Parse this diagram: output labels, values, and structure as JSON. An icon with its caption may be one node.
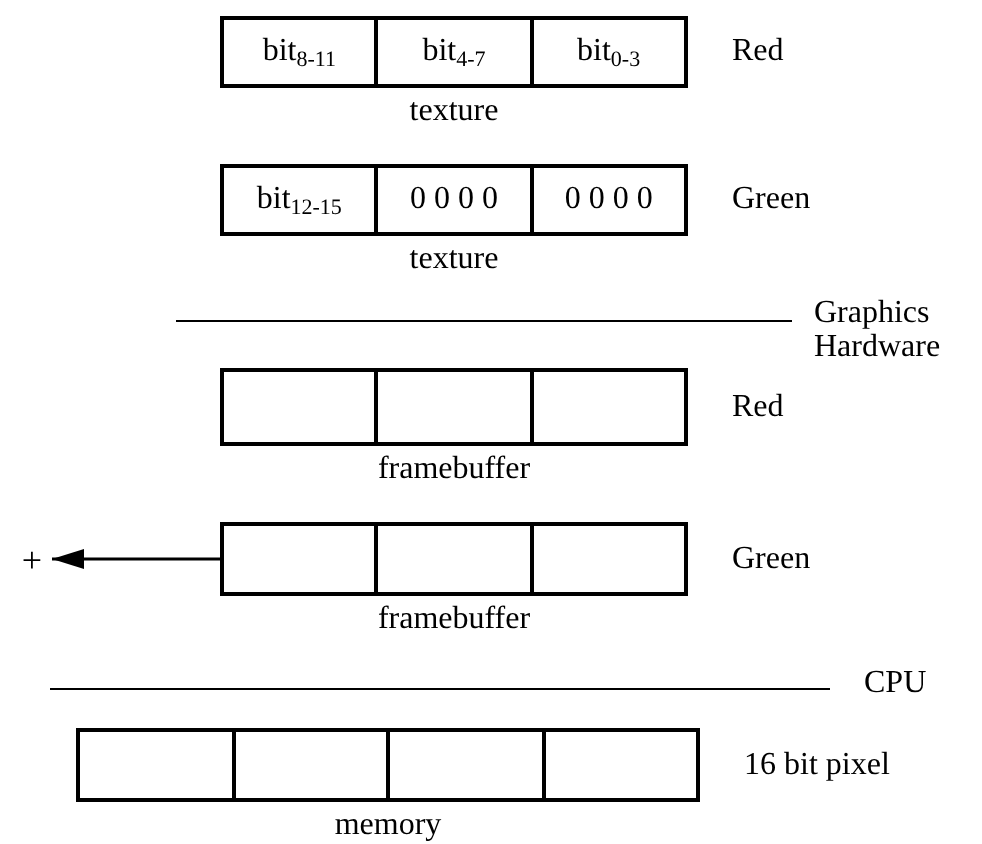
{
  "diagram": {
    "nodes": [
      {
        "text": [],
        "shape": "box",
        "beside": [
          "Red",
          "texture"
        ]
      },
      {
        "text": [
          "bit$_{8-11}$"
        ],
        "in": 0
      },
      {
        "text": [
          "bit$_{4-7}$"
        ],
        "in": 0
      },
      {
        "text": [
          "bit$_{0-3}$"
        ],
        "in": 0
      },
      {
        "text": [],
        "shape": "box",
        "beside": [
          "Green",
          "texture"
        ]
      },
      {
        "text": [
          "bit$_{12-15}$"
        ],
        "in": 4
      },
      {
        "text": [
          "0 0 0 0"
        ],
        "in": 4
      },
      {
        "text": [
          "0 0 0 0"
        ],
        "in": 4
      },
      {
        "text": [],
        "shape": "box",
        "beside": [
          "Red",
          "framebuffer"
        ]
      },
      {
        "text": [],
        "shape": "box",
        "in": 8
      },
      {
        "text": [],
        "shape": "box",
        "in": 8
      },
      {
        "text": [],
        "shape": "box",
        "in": 8
      },
      {
        "text": [],
        "shape": "box",
        "beside": [
          "Green",
          "framebuffer"
        ]
      },
      {
        "text": [],
        "shape": "box",
        "in": 12
      },
      {
        "text": [],
        "shape": "box",
        "in": 12
      },
      {
        "text": [],
        "shape": "box",
        "in": 12
      },
      {
        "text": [
          "+"
        ]
      },
      {
        "text": [],
        "shape": "box",
        "beside": [
          "16 bit pixel",
          "memory"
        ]
      },
      {
        "text": [],
        "shape": "box",
        "in": 17
      },
      {
        "text": [],
        "shape": "box",
        "in": 17
      },
      {
        "text": [],
        "shape": "box",
        "in": 17
      },
      {
        "text": [],
        "shape": "box",
        "in": 17
      }
    ],
    "edges": [
      {
        "from": 12,
        "to": 16,
        "arrow": "to"
      }
    ],
    "labels": [
      "Graphics Hardware",
      "CPU"
    ]
  }
}
